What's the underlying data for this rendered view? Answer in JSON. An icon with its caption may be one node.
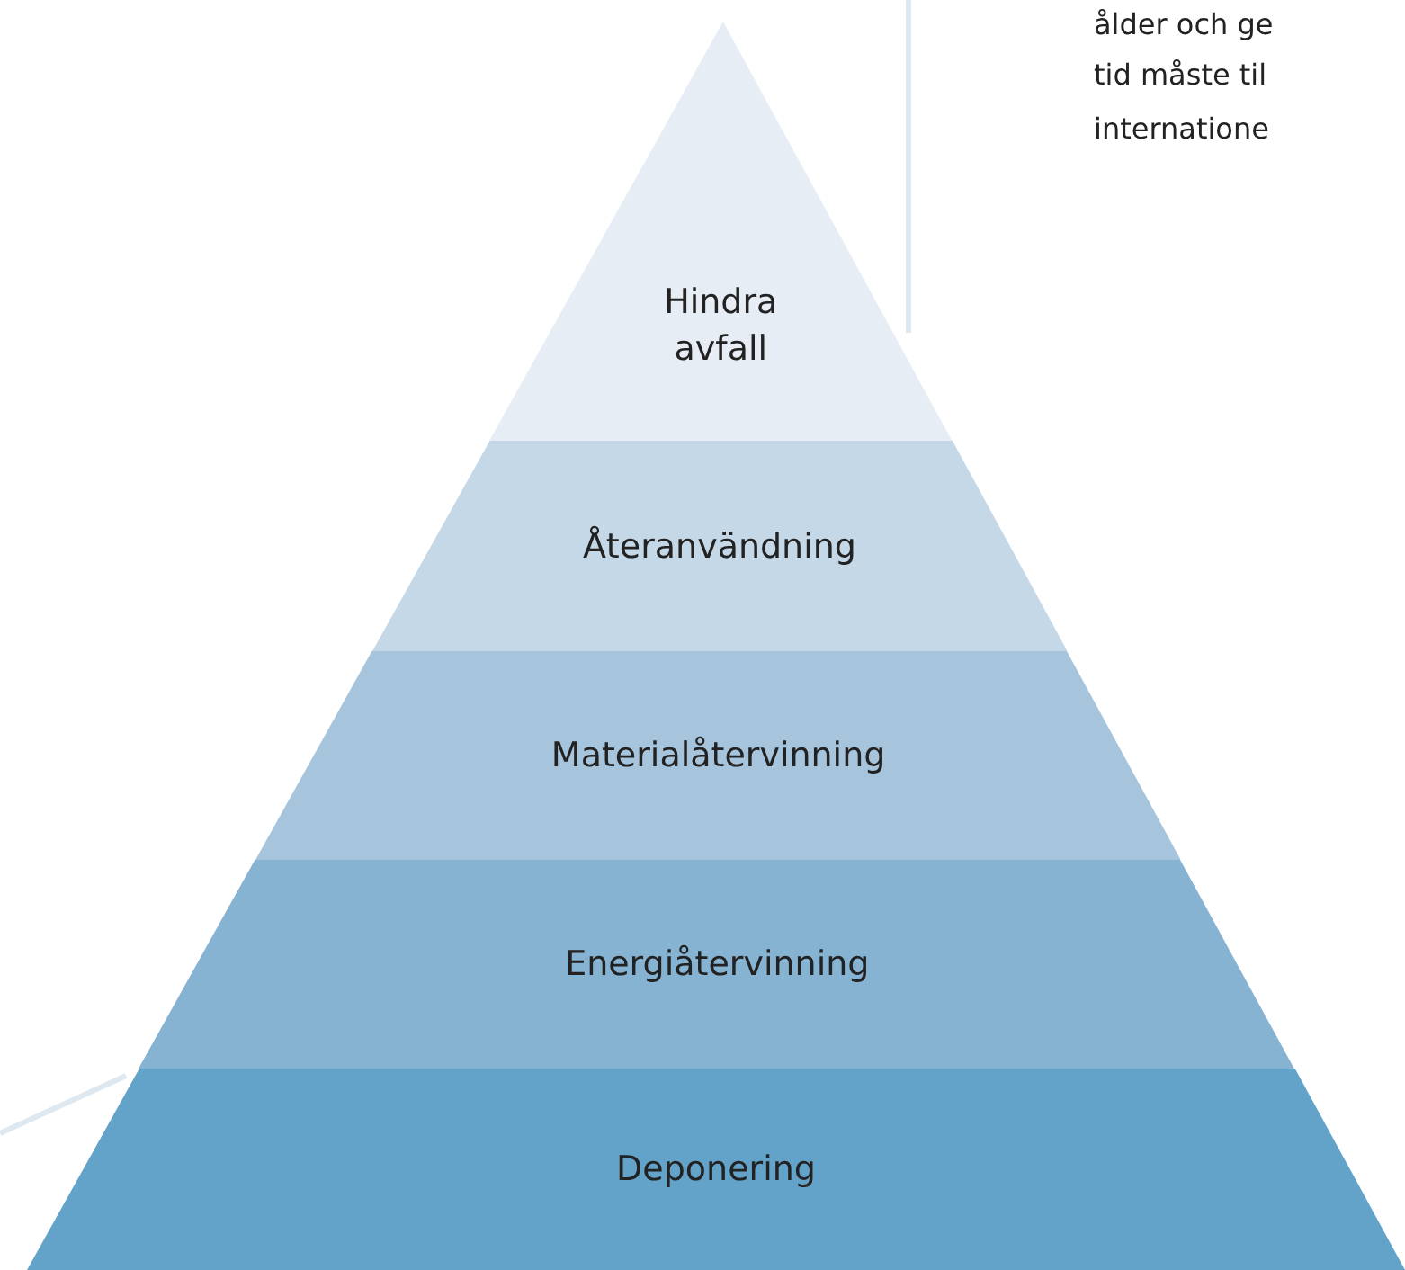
{
  "diagram": {
    "nodes": [
      {
        "text": [
          "Hindra avfall"
        ]
      },
      {
        "text": [
          "Återanvändning"
        ]
      },
      {
        "text": [
          "Materialåtervinning"
        ]
      },
      {
        "text": [
          "Energiåtervinning"
        ]
      },
      {
        "text": [
          "Deponering"
        ]
      }
    ],
    "labels": [
      "ålder och ge",
      "tid måste til",
      "internatione"
    ]
  }
}
